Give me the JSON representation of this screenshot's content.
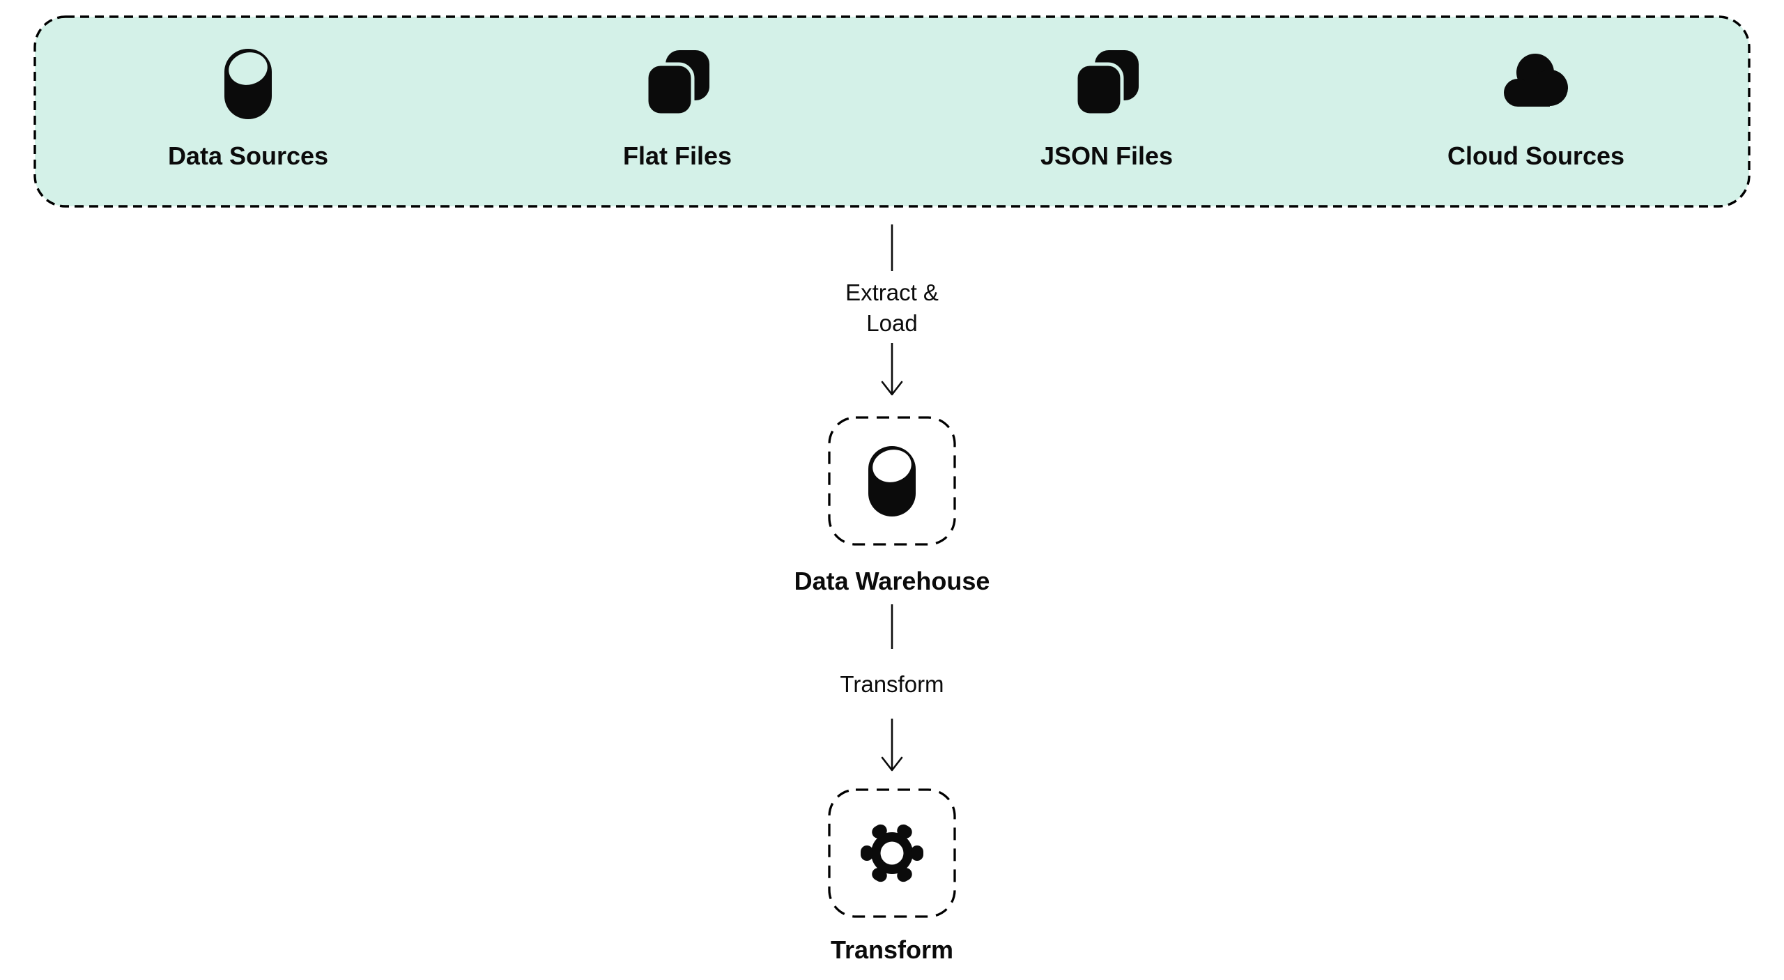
{
  "sources_group": {
    "items": [
      {
        "label": "Data Sources",
        "icon": "database-icon"
      },
      {
        "label": "Flat Files",
        "icon": "files-icon"
      },
      {
        "label": "JSON Files",
        "icon": "files-icon"
      },
      {
        "label": "Cloud Sources",
        "icon": "cloud-icon"
      }
    ]
  },
  "edges": [
    {
      "label": "Extract &\nLoad"
    },
    {
      "label": "Transform"
    }
  ],
  "nodes": [
    {
      "label": "Data Warehouse",
      "icon": "database-icon"
    },
    {
      "label": "Transform",
      "icon": "gear-icon"
    }
  ],
  "colors": {
    "sources_bg": "#d4f1e8",
    "stroke": "#000000",
    "text": "#0b0b0b",
    "canvas_bg": "#ffffff"
  }
}
